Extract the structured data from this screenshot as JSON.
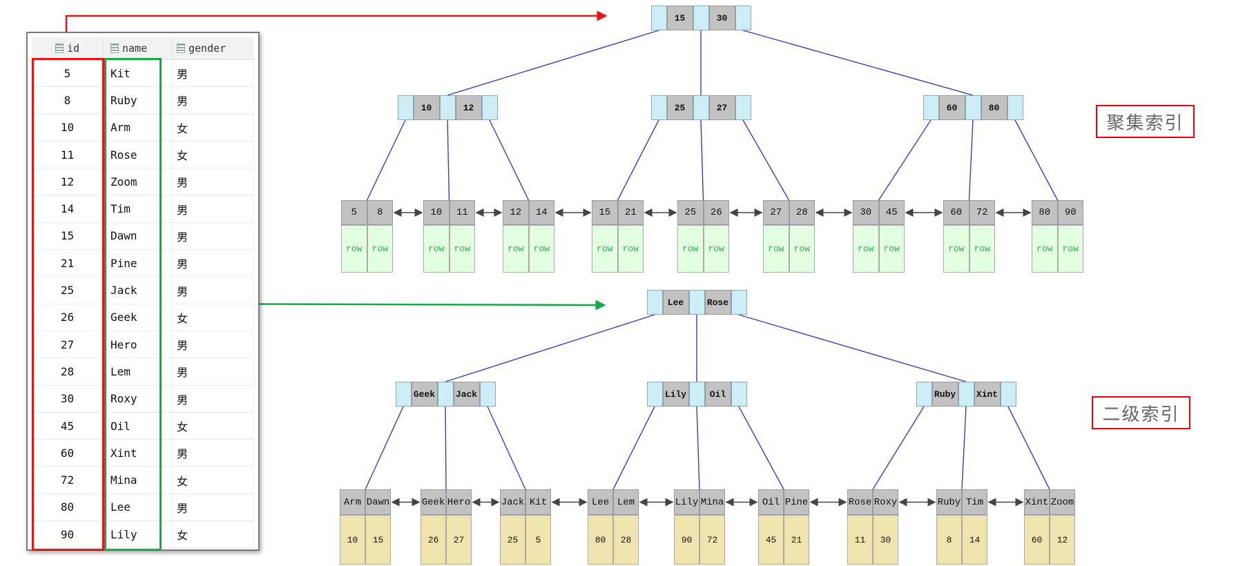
{
  "table": {
    "headers": [
      "id",
      "name",
      "gender"
    ],
    "rows": [
      [
        "5",
        "Kit",
        "男"
      ],
      [
        "8",
        "Ruby",
        "男"
      ],
      [
        "10",
        "Arm",
        "女"
      ],
      [
        "11",
        "Rose",
        "女"
      ],
      [
        "12",
        "Zoom",
        "男"
      ],
      [
        "14",
        "Tim",
        "男"
      ],
      [
        "15",
        "Dawn",
        "男"
      ],
      [
        "21",
        "Pine",
        "男"
      ],
      [
        "25",
        "Jack",
        "男"
      ],
      [
        "26",
        "Geek",
        "女"
      ],
      [
        "27",
        "Hero",
        "男"
      ],
      [
        "28",
        "Lem",
        "男"
      ],
      [
        "30",
        "Roxy",
        "男"
      ],
      [
        "45",
        "Oil",
        "女"
      ],
      [
        "60",
        "Xint",
        "男"
      ],
      [
        "72",
        "Mina",
        "女"
      ],
      [
        "80",
        "Lee",
        "男"
      ],
      [
        "90",
        "Lily",
        "女"
      ]
    ]
  },
  "clustered_index": {
    "label": "聚集索引",
    "root": [
      "15",
      "30"
    ],
    "internal": [
      [
        "10",
        "12"
      ],
      [
        "25",
        "27"
      ],
      [
        "60",
        "80"
      ]
    ],
    "leaves": [
      {
        "keys": [
          "5",
          "8"
        ],
        "values": [
          "row",
          "row"
        ]
      },
      {
        "keys": [
          "10",
          "11"
        ],
        "values": [
          "row",
          "row"
        ]
      },
      {
        "keys": [
          "12",
          "14"
        ],
        "values": [
          "row",
          "row"
        ]
      },
      {
        "keys": [
          "15",
          "21"
        ],
        "values": [
          "row",
          "row"
        ]
      },
      {
        "keys": [
          "25",
          "26"
        ],
        "values": [
          "row",
          "row"
        ]
      },
      {
        "keys": [
          "27",
          "28"
        ],
        "values": [
          "row",
          "row"
        ]
      },
      {
        "keys": [
          "30",
          "45"
        ],
        "values": [
          "row",
          "row"
        ]
      },
      {
        "keys": [
          "60",
          "72"
        ],
        "values": [
          "row",
          "row"
        ]
      },
      {
        "keys": [
          "80",
          "90"
        ],
        "values": [
          "row",
          "row"
        ]
      }
    ]
  },
  "secondary_index": {
    "label": "二级索引",
    "root": [
      "Lee",
      "Rose"
    ],
    "internal": [
      [
        "Geek",
        "Jack"
      ],
      [
        "Lily",
        "Oil"
      ],
      [
        "Ruby",
        "Xint"
      ]
    ],
    "leaves": [
      {
        "keys": [
          "Arm",
          "Dawn"
        ],
        "values": [
          "10",
          "15"
        ]
      },
      {
        "keys": [
          "Geek",
          "Hero"
        ],
        "values": [
          "26",
          "27"
        ]
      },
      {
        "keys": [
          "Jack",
          "Kit"
        ],
        "values": [
          "25",
          "5"
        ]
      },
      {
        "keys": [
          "Lee",
          "Lem"
        ],
        "values": [
          "80",
          "28"
        ]
      },
      {
        "keys": [
          "Lily",
          "Mina"
        ],
        "values": [
          "90",
          "72"
        ]
      },
      {
        "keys": [
          "Oil",
          "Pine"
        ],
        "values": [
          "45",
          "21"
        ]
      },
      {
        "keys": [
          "Rose",
          "Roxy"
        ],
        "values": [
          "11",
          "30"
        ]
      },
      {
        "keys": [
          "Ruby",
          "Tim"
        ],
        "values": [
          "8",
          "14"
        ]
      },
      {
        "keys": [
          "Xint",
          "Zoom"
        ],
        "values": [
          "60",
          "12"
        ]
      }
    ]
  },
  "colors": {
    "clustered_arrow": "#ee1111",
    "secondary_arrow": "#11aa44",
    "tree_line": "#3b3bbf"
  }
}
